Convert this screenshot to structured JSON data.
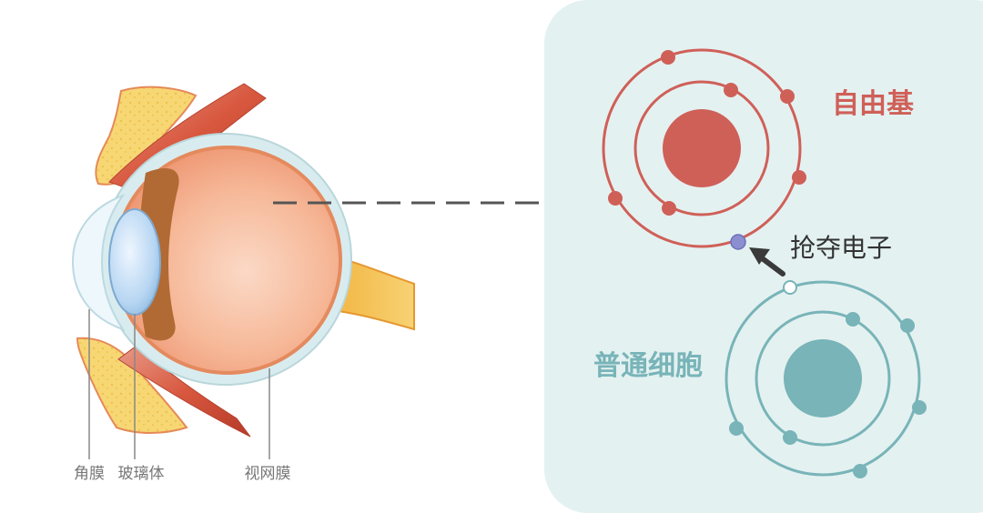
{
  "eye": {
    "labels": {
      "cornea": "角膜",
      "vitreous": "玻璃体",
      "retina": "视网膜"
    }
  },
  "panel": {
    "background": "#e4f1f1"
  },
  "free_radical": {
    "label": "自由基",
    "color": "#cf6058"
  },
  "normal_cell": {
    "label": "普通细胞",
    "color": "#78b4b8"
  },
  "action": {
    "label": "抢夺电子"
  },
  "colors": {
    "stolen_electron": "#8b8fd0",
    "arrow": "#3a3a3a",
    "dash_line": "#555555",
    "anatomy_text": "#777777"
  }
}
